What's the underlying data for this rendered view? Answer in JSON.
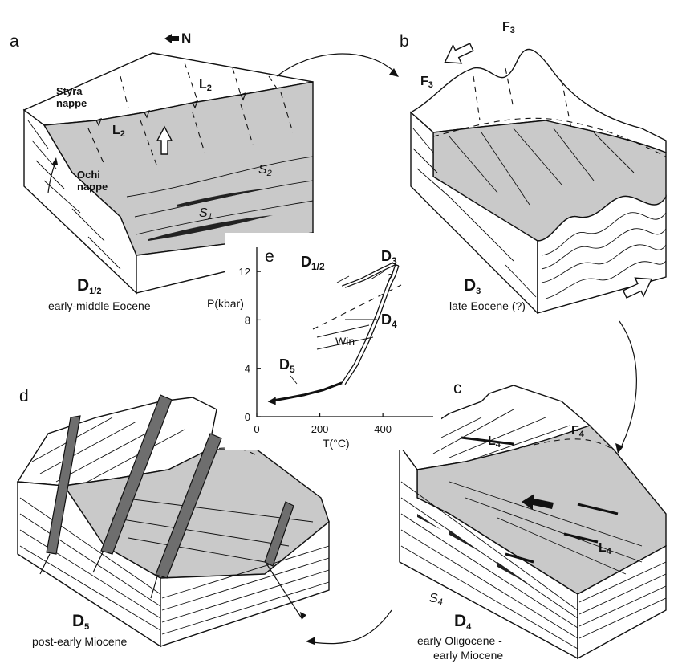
{
  "panels": {
    "a": {
      "letter": "a",
      "stage_main": "D",
      "stage_sub": "1/2",
      "age": "early-middle Eocene",
      "north_label": "N",
      "upper_nappe_1": "Styra",
      "upper_nappe_2": "nappe",
      "lower_nappe_1": "Ochi",
      "lower_nappe_2": "nappe",
      "lineation_upper_main": "L",
      "lineation_upper_sub": "2",
      "lineation_lower_main": "L",
      "lineation_lower_sub": "2",
      "foliation_2_main": "S",
      "foliation_2_sub": "2",
      "foliation_1_main": "S",
      "foliation_1_sub": "1"
    },
    "b": {
      "letter": "b",
      "stage_main": "D",
      "stage_sub": "3",
      "age": "late Eocene (?)",
      "fold_left_main": "F",
      "fold_left_sub": "3",
      "fold_right_main": "F",
      "fold_right_sub": "3"
    },
    "c": {
      "letter": "c",
      "stage_main": "D",
      "stage_sub": "4",
      "age_line1": "early Oligocene -",
      "age_line2": "early Miocene",
      "fold_main": "F",
      "fold_sub": "4",
      "lineation_top_main": "L",
      "lineation_top_sub": "4",
      "lineation_right_main": "L",
      "lineation_right_sub": "4",
      "foliation_main": "S",
      "foliation_sub": "4"
    },
    "d": {
      "letter": "d",
      "stage_main": "D",
      "stage_sub": "5",
      "age": "post-early Miocene"
    },
    "e": {
      "letter": "e",
      "ylabel": "P(kbar)",
      "xlabel": "T(°C)",
      "y_ticks": [
        "0",
        "4",
        "8",
        "12"
      ],
      "x_ticks": [
        "0",
        "200",
        "400"
      ],
      "label_d12_main": "D",
      "label_d12_sub": "1/2",
      "label_d3_main": "D",
      "label_d3_sub": "3",
      "label_d4_main": "D",
      "label_d4_sub": "4",
      "label_d5_main": "D",
      "label_d5_sub": "5",
      "label_win": "Win",
      "label_q": "?"
    }
  },
  "chart_data": {
    "type": "line",
    "xlabel": "T(°C)",
    "ylabel": "P(kbar)",
    "xlim": [
      0,
      560
    ],
    "ylim": [
      0,
      14
    ],
    "x_ticks": [
      0,
      200,
      400
    ],
    "y_ticks": [
      0,
      4,
      8,
      12
    ],
    "series": [
      {
        "name": "D1/2",
        "x": [
          270,
          330,
          390,
          430,
          440
        ],
        "y": [
          10.8,
          11.4,
          12.2,
          12.7,
          12.6
        ]
      },
      {
        "name": "D3",
        "x": [
          440,
          430,
          415,
          405
        ],
        "y": [
          12.6,
          11.8,
          11.0,
          10.3
        ]
      },
      {
        "name": "D4",
        "x": [
          405,
          380,
          345,
          310,
          270
        ],
        "y": [
          10.3,
          8.5,
          6.3,
          4.4,
          2.8
        ]
      },
      {
        "name": "D5",
        "x": [
          270,
          210,
          150,
          90,
          45
        ],
        "y": [
          2.8,
          2.2,
          1.8,
          1.5,
          1.3
        ]
      }
    ]
  }
}
